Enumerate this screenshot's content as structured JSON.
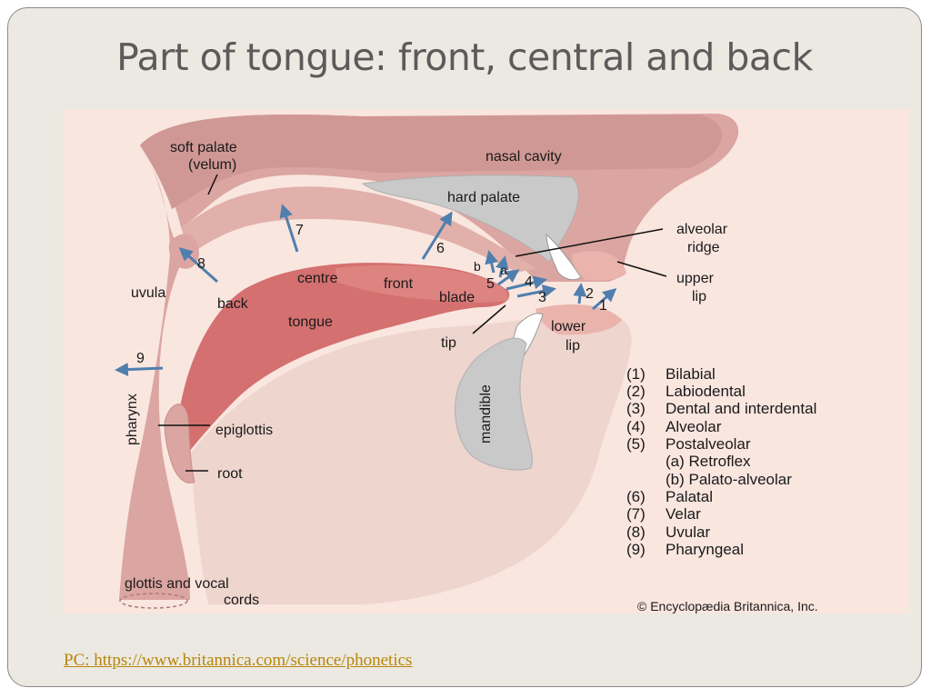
{
  "slide": {
    "title": "Part of tongue: front, central and back",
    "credit": "PC: https://www.britannica.com/science/phonetics"
  },
  "diagram": {
    "labels": {
      "soft_palate_1": "soft palate",
      "soft_palate_2": "(velum)",
      "nasal_cavity": "nasal cavity",
      "hard_palate": "hard palate",
      "alveolar_ridge_1": "alveolar",
      "alveolar_ridge_2": "ridge",
      "upper_lip_1": "upper",
      "upper_lip_2": "lip",
      "lower_lip_1": "lower",
      "lower_lip_2": "lip",
      "uvula": "uvula",
      "back": "back",
      "centre": "centre",
      "front": "front",
      "blade": "blade",
      "tongue": "tongue",
      "tip": "tip",
      "pharynx": "pharynx",
      "epiglottis": "epiglottis",
      "root": "root",
      "mandible": "mandible",
      "glottis_1": "glottis and vocal",
      "glottis_2": "cords"
    },
    "numbers": {
      "n1": "1",
      "n2": "2",
      "n3": "3",
      "n4": "4",
      "n5": "5",
      "n6": "6",
      "n7": "7",
      "n8": "8",
      "n9": "9",
      "a": "a",
      "b": "b"
    },
    "legend": [
      {
        "num": "(1)",
        "text": "Bilabial"
      },
      {
        "num": "(2)",
        "text": "Labiodental"
      },
      {
        "num": "(3)",
        "text": "Dental and interdental"
      },
      {
        "num": "(4)",
        "text": "Alveolar"
      },
      {
        "num": "(5)",
        "text": "Postalveolar"
      },
      {
        "num": "",
        "text": "(a) Retroflex"
      },
      {
        "num": "",
        "text": "(b) Palato-alveolar"
      },
      {
        "num": "(6)",
        "text": "Palatal"
      },
      {
        "num": "(7)",
        "text": "Velar"
      },
      {
        "num": "(8)",
        "text": "Uvular"
      },
      {
        "num": "(9)",
        "text": "Pharyngeal"
      }
    ],
    "copyright": "© Encyclopædia Britannica, Inc.",
    "colors": {
      "background": "#f9e6df",
      "tissue": "#dba5a1",
      "tissue_dark": "#c98c88",
      "tongue": "#d4706f",
      "bone": "#c9c9c9",
      "arrow": "#4f7fae",
      "credit": "#b8860b"
    }
  }
}
